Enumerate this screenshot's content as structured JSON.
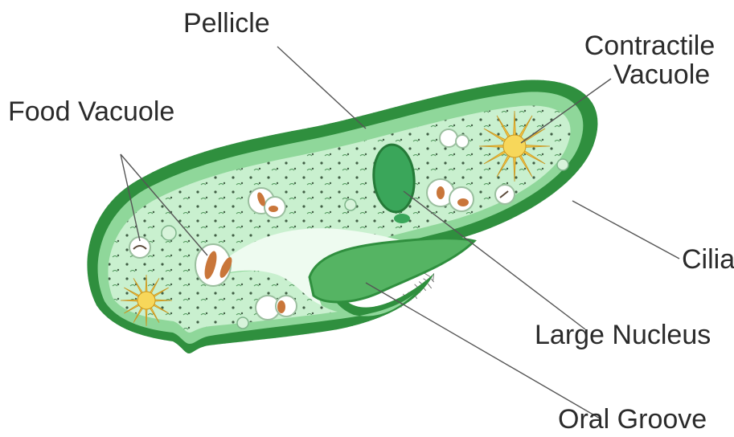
{
  "labels": {
    "pellicle": "Pellicle",
    "contractile_vacuole_line1": "Contractile",
    "contractile_vacuole_line2": "Vacuole",
    "food_vacuole": "Food Vacuole",
    "cilia": "Cilia",
    "large_nucleus": "Large Nucleus",
    "oral_groove": "Oral Groove"
  },
  "colors": {
    "outer_membrane": "#2f8f3e",
    "cytoplasm": "#c9f0cf",
    "inner_light": "#e3f8e6",
    "nucleus": "#3aa65a",
    "star": "#f4c542",
    "food": "#c9763a",
    "leader": "#555555"
  }
}
